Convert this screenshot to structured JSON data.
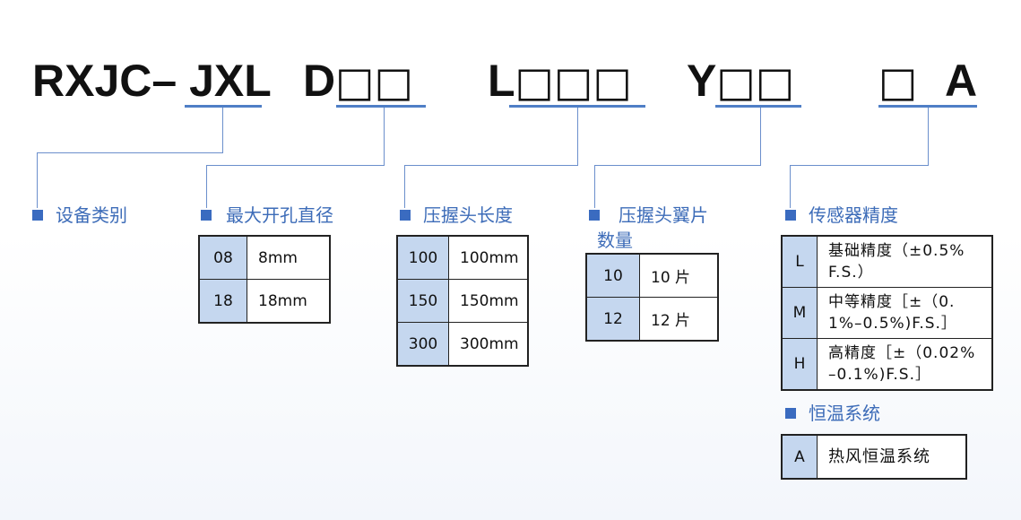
{
  "code": {
    "prefix": "RXJC– JXL",
    "d": "D",
    "d_boxes": "□□",
    "l": "L",
    "l_boxes": "□□□",
    "y": "Y",
    "y_boxes": "□□",
    "last_box": "□",
    "a": "A"
  },
  "sections": {
    "device": {
      "label": "设备类别"
    },
    "hole": {
      "label": "最大开孔直径",
      "rows": [
        {
          "k": "08",
          "v": "8mm"
        },
        {
          "k": "18",
          "v": "18mm"
        }
      ]
    },
    "length": {
      "label": "压握头长度",
      "rows": [
        {
          "k": "100",
          "v": "100mm"
        },
        {
          "k": "150",
          "v": "150mm"
        },
        {
          "k": "300",
          "v": "300mm"
        }
      ]
    },
    "wings": {
      "label_line1": "压握头翼片",
      "label_line2": "数量",
      "rows": [
        {
          "k": "10",
          "v": "10 片"
        },
        {
          "k": "12",
          "v": "12 片"
        }
      ]
    },
    "accuracy": {
      "label": "传感器精度",
      "rows": [
        {
          "k": "L",
          "v1": "基础精度（±0.5%",
          "v2": "F.S.）"
        },
        {
          "k": "M",
          "v1": "中等精度［±（0.",
          "v2": "1%–0.5%)F.S.］"
        },
        {
          "k": "H",
          "v1": "高精度［±（0.02%",
          "v2": "–0.1%)F.S.］"
        }
      ]
    },
    "thermo": {
      "label": "恒温系统",
      "rows": [
        {
          "k": "A",
          "v": "热风恒温系统"
        }
      ]
    }
  },
  "colors": {
    "accent": "#3d6cb8",
    "cell_fill": "#c5d7ef",
    "line": "#6b8fcc"
  }
}
